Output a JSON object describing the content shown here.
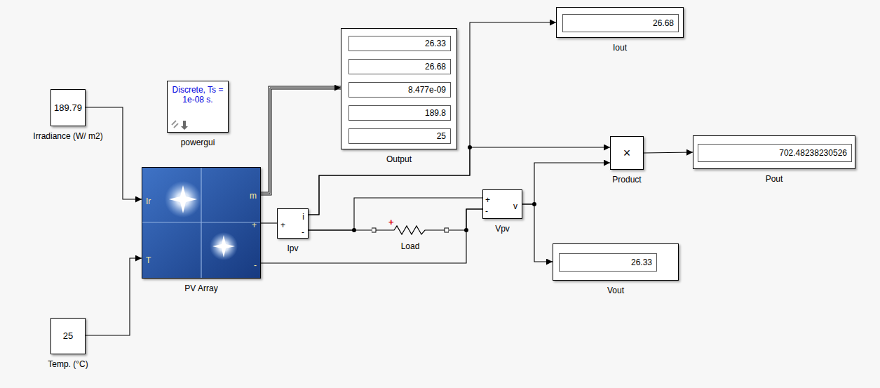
{
  "diagram": {
    "nodes": [
      {
        "text": [
          "189.79",
          "Irradiance (W/ m2)"
        ]
      },
      {
        "text": [
          "25",
          "Temp. (°C)"
        ]
      },
      {
        "text": [
          "Discrete, Ts = 1e-08 s.",
          "powergui"
        ]
      },
      {
        "text": [
          "Ir",
          "T",
          "m",
          "+",
          "-",
          "PV Array"
        ]
      },
      {
        "text": [
          "26.33",
          "26.68",
          "8.477e-09",
          "189.8",
          "25",
          "Output"
        ]
      },
      {
        "text": [
          "+",
          "i",
          "-",
          "Ipv"
        ]
      },
      {
        "text": [
          "+",
          "Load"
        ]
      },
      {
        "text": [
          "+",
          "-",
          "v",
          "Vpv"
        ]
      },
      {
        "text": [
          "26.68",
          "Iout"
        ]
      },
      {
        "text": [
          "×",
          "Product"
        ]
      },
      {
        "text": [
          "702.48238230526",
          "Pout"
        ]
      },
      {
        "text": [
          "26.33",
          "Vout"
        ]
      }
    ],
    "edges": [
      {
        "from": 0,
        "to": 3,
        "arrow": "to"
      },
      {
        "from": 1,
        "to": 3,
        "arrow": "to"
      },
      {
        "from": 3,
        "to": 4,
        "arrow": "to"
      },
      {
        "from": 3,
        "to": 5,
        "arrow": "none"
      },
      {
        "from": 5,
        "to": 6,
        "arrow": "none"
      },
      {
        "from": 5,
        "to": 7,
        "arrow": "none"
      },
      {
        "from": 6,
        "to": 7,
        "arrow": "none"
      },
      {
        "from": 3,
        "to": 7,
        "arrow": "none"
      },
      {
        "from": 5,
        "to": 8,
        "arrow": "to"
      },
      {
        "from": 5,
        "to": 9,
        "arrow": "to"
      },
      {
        "from": 7,
        "to": 9,
        "arrow": "to"
      },
      {
        "from": 7,
        "to": 11,
        "arrow": "to"
      },
      {
        "from": 9,
        "to": 10,
        "arrow": "to"
      }
    ]
  }
}
